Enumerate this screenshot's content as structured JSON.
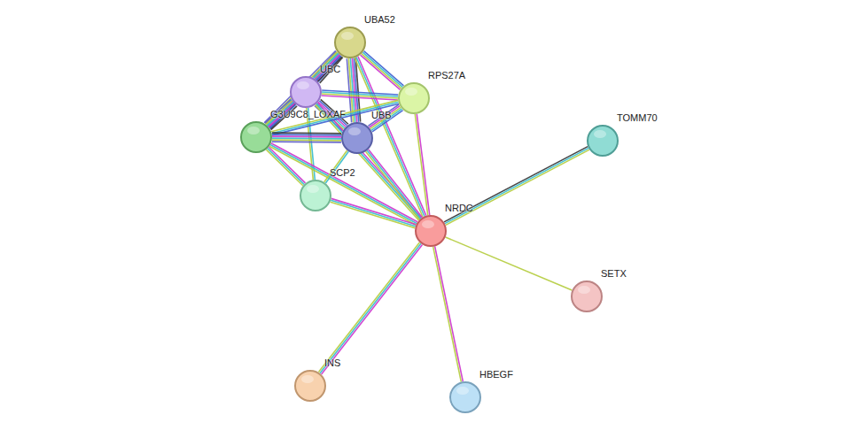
{
  "diagram": {
    "nodes": [
      {
        "text": [
          "UBA52"
        ]
      },
      {
        "text": [
          "UBC"
        ]
      },
      {
        "text": [
          "RPS27A"
        ]
      },
      {
        "text": [
          "G3U9C8_LOXAF"
        ]
      },
      {
        "text": [
          "UBB"
        ]
      },
      {
        "text": [
          "TOMM70"
        ]
      },
      {
        "text": [
          "SCP2"
        ]
      },
      {
        "text": [
          "NRDC"
        ]
      },
      {
        "text": [
          "SETX"
        ]
      },
      {
        "text": [
          "INS"
        ]
      },
      {
        "text": [
          "HBEGF"
        ]
      }
    ],
    "edges": [
      {
        "from": 0,
        "to": 1,
        "arrow": "none"
      },
      {
        "from": 0,
        "to": 2,
        "arrow": "none"
      },
      {
        "from": 0,
        "to": 3,
        "arrow": "none"
      },
      {
        "from": 0,
        "to": 4,
        "arrow": "none"
      },
      {
        "from": 0,
        "to": 7,
        "arrow": "none"
      },
      {
        "from": 1,
        "to": 2,
        "arrow": "none"
      },
      {
        "from": 1,
        "to": 3,
        "arrow": "none"
      },
      {
        "from": 1,
        "to": 4,
        "arrow": "none"
      },
      {
        "from": 1,
        "to": 6,
        "arrow": "none"
      },
      {
        "from": 1,
        "to": 7,
        "arrow": "none"
      },
      {
        "from": 2,
        "to": 3,
        "arrow": "none"
      },
      {
        "from": 2,
        "to": 4,
        "arrow": "none"
      },
      {
        "from": 2,
        "to": 7,
        "arrow": "none"
      },
      {
        "from": 3,
        "to": 4,
        "arrow": "none"
      },
      {
        "from": 3,
        "to": 6,
        "arrow": "none"
      },
      {
        "from": 3,
        "to": 7,
        "arrow": "none"
      },
      {
        "from": 4,
        "to": 6,
        "arrow": "none"
      },
      {
        "from": 4,
        "to": 7,
        "arrow": "none"
      },
      {
        "from": 6,
        "to": 7,
        "arrow": "none"
      },
      {
        "from": 7,
        "to": 5,
        "arrow": "none"
      },
      {
        "from": 7,
        "to": 8,
        "arrow": "none"
      },
      {
        "from": 7,
        "to": 9,
        "arrow": "none"
      },
      {
        "from": 7,
        "to": 10,
        "arrow": "none"
      }
    ]
  }
}
